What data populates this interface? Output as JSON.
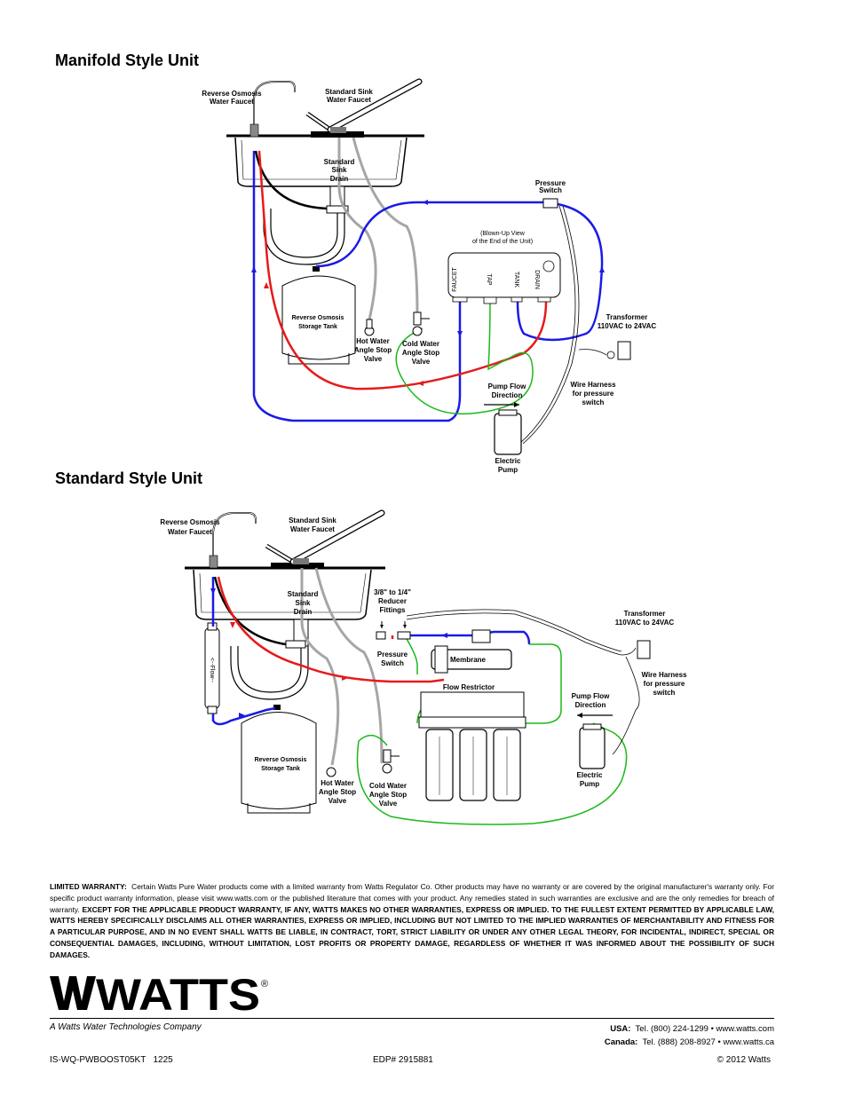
{
  "manifold": {
    "title": "Manifold Style Unit",
    "labels": {
      "ro_faucet_1": "Reverse Osmosis",
      "ro_faucet_2": "Water Faucet",
      "sink_faucet_1": "Standard Sink",
      "sink_faucet_2": "Water Faucet",
      "sink_drain_1": "Standard",
      "sink_drain_2": "Sink",
      "sink_drain_3": "Drain",
      "pressure_switch_1": "Pressure",
      "pressure_switch_2": "Switch",
      "blown_up_1": "(Blown-Up View",
      "blown_up_2": "of the End of the Unit)",
      "port_faucet": "FAUCET",
      "port_tap": "TAP",
      "port_tank": "TANK",
      "port_drain": "DRAIN",
      "tank_1": "Reverse Osmosis",
      "tank_2": "Storage Tank",
      "hot_valve_1": "Hot Water",
      "hot_valve_2": "Angle Stop",
      "hot_valve_3": "Valve",
      "cold_valve_1": "Cold Water",
      "cold_valve_2": "Angle Stop",
      "cold_valve_3": "Valve",
      "transformer_1": "Transformer",
      "transformer_2": "110VAC to 24VAC",
      "pump_flow_1": "Pump Flow",
      "pump_flow_2": "Direction",
      "harness_1": "Wire Harness",
      "harness_2": "for pressure",
      "harness_3": "switch",
      "pump_1": "Electric",
      "pump_2": "Pump"
    }
  },
  "standard": {
    "title": "Standard Style Unit",
    "labels": {
      "ro_faucet_1": "Reverse Osmosis",
      "ro_faucet_2": "Water Faucet",
      "sink_faucet_1": "Standard Sink",
      "sink_faucet_2": "Water Faucet",
      "sink_drain_1": "Standard",
      "sink_drain_2": "Sink",
      "sink_drain_3": "Drain",
      "reducer_1": "3/8\" to 1/4\"",
      "reducer_2": "Reducer",
      "reducer_3": "Fittings",
      "pressure_switch_1": "Pressure",
      "pressure_switch_2": "Switch",
      "membrane": "Membrane",
      "flow_restrictor": "Flow Restrictor",
      "flow": "<--Flow--",
      "tank_1": "Reverse Osmosis",
      "tank_2": "Storage Tank",
      "hot_valve_1": "Hot Water",
      "hot_valve_2": "Angle Stop",
      "hot_valve_3": "Valve",
      "cold_valve_1": "Cold Water",
      "cold_valve_2": "Angle Stop",
      "cold_valve_3": "Valve",
      "transformer_1": "Transformer",
      "transformer_2": "110VAC to 24VAC",
      "harness_1": "Wire Harness",
      "harness_2": "for pressure",
      "harness_3": "switch",
      "pump_flow_1": "Pump Flow",
      "pump_flow_2": "Direction",
      "pump_1": "Electric",
      "pump_2": "Pump"
    }
  },
  "warranty": {
    "lead": "LIMITED WARRANTY:",
    "body": "Certain Watts Pure Water products come with a limited warranty from Watts Regulator Co. Other products may have no warranty or are covered by the original manufacturer's warranty only. For specific product warranty information, please visit www.watts.com or the published literature that comes with your product. Any remedies stated in such warranties are exclusive and are the only remedies for breach of warranty.",
    "caps": "EXCEPT FOR THE APPLICABLE PRODUCT WARRANTY, IF ANY, WATTS MAKES NO OTHER WARRANTIES, EXPRESS OR IMPLIED. TO THE FULLEST EXTENT PERMITTED BY APPLICABLE LAW, WATTS HEREBY SPECIFICALLY DISCLAIMS ALL OTHER WARRANTIES, EXPRESS OR IMPLIED, INCLUDING BUT NOT LIMITED TO THE IMPLIED WARRANTIES OF MERCHANTABILITY AND FITNESS FOR A PARTICULAR PURPOSE, AND IN NO EVENT SHALL WATTS BE LIABLE, IN CONTRACT, TORT, STRICT LIABILITY OR UNDER ANY OTHER LEGAL THEORY, FOR INCIDENTAL, INDIRECT, SPECIAL OR CONSEQUENTIAL DAMAGES, INCLUDING, WITHOUT LIMITATION, LOST PROFITS OR PROPERTY DAMAGE, REGARDLESS OF WHETHER IT WAS INFORMED ABOUT THE POSSIBILITY OF SUCH DAMAGES."
  },
  "brand": {
    "logo_text": "WATTS",
    "tagline": "A Watts Water Technologies Company",
    "usa_label": "USA:",
    "usa_contact": "Tel. (800) 224-1299 • www.watts.com",
    "canada_label": "Canada:",
    "canada_contact": "Tel. (888) 208-8927 • www.watts.ca"
  },
  "footer": {
    "doc_id": "IS-WQ-PWBOOST05KT   1225",
    "edp": "EDP# 2915881",
    "copyright": "© 2012 Watts"
  },
  "colors": {
    "cold_line": "#1a1ae6",
    "hot_line": "#e61a1a",
    "feed_line": "#1ab81a",
    "drain_line": "#a6a6a6"
  }
}
